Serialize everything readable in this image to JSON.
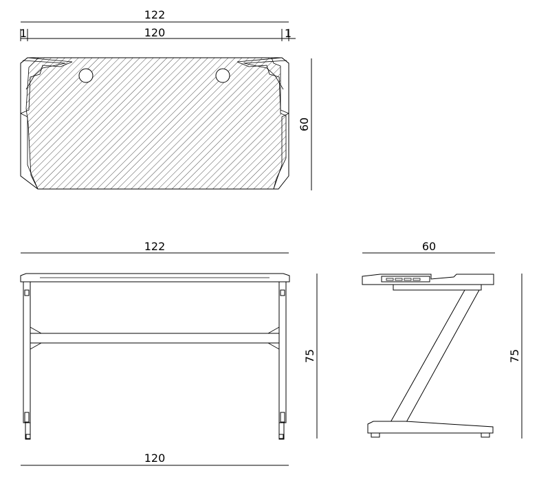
{
  "top_view": {
    "overall_width_label": "122",
    "top_width_label": "120",
    "left_overhang_label": "1",
    "right_overhang_label": "1",
    "depth_label": "60"
  },
  "front_view": {
    "top_width_label": "122",
    "height_label": "75",
    "bottom_width_label": "120"
  },
  "side_view": {
    "depth_label": "60",
    "height_label": "75"
  }
}
